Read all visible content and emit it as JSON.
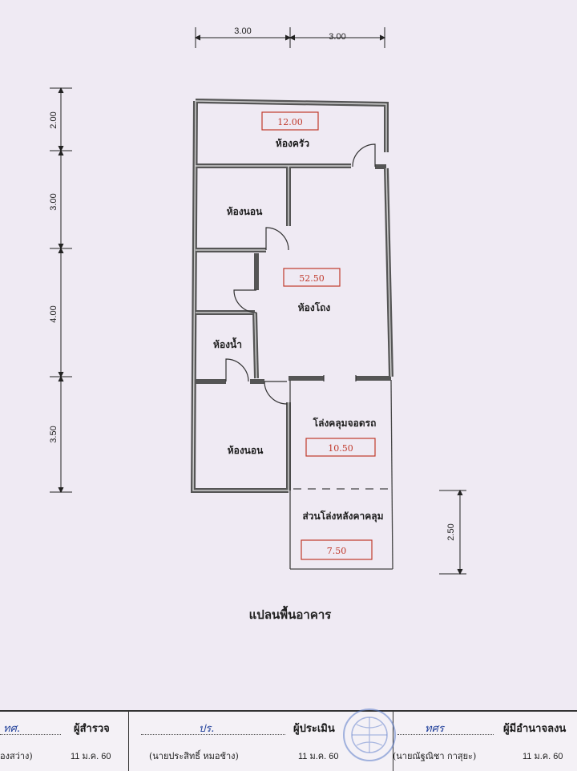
{
  "dimensions": {
    "top": [
      "3.00",
      "3.00"
    ],
    "left": [
      "2.00",
      "3.00",
      "4.00",
      "3.50"
    ],
    "right": [
      "2.50"
    ]
  },
  "rooms": {
    "kitchen": {
      "label": "ห้องครัว",
      "area": "12.00"
    },
    "bedroom_upper": {
      "label": "ห้องนอน"
    },
    "living": {
      "label": "ห้องโถง",
      "area": "52.50"
    },
    "bathroom": {
      "label": "ห้องน้ำ"
    },
    "bedroom_lower": {
      "label": "ห้องนอน"
    },
    "carport": {
      "label": "โล่งคลุมจอดรถ",
      "area": "10.50"
    },
    "open_back": {
      "label": "ส่วนโล่งหลังคาคลุม",
      "area": "7.50"
    }
  },
  "plan_title": "แปลนพื้นอาคาร",
  "signatures": {
    "left": {
      "sig": "ทศ.",
      "name": "องสว่าง)",
      "date": "11 ม.ค. 60"
    },
    "inspector": {
      "role": "ผู้สำรวจ",
      "sig": "ปร.",
      "name": "(นายประสิทธิ์ หมอช้าง)"
    },
    "assessor": {
      "role": "ผู้ประเมิน",
      "date": "11 ม.ค. 60",
      "sig": "ทศร",
      "name": "(นายณัฐณิชา กาสุยะ)"
    },
    "authority": {
      "role": "ผู้มีอำนาจลงน",
      "date": "11 ม.ค. 60"
    }
  },
  "colors": {
    "wall": "#6f6f6f",
    "area_box": "#c0392b",
    "ink": "#1f3f9a"
  }
}
